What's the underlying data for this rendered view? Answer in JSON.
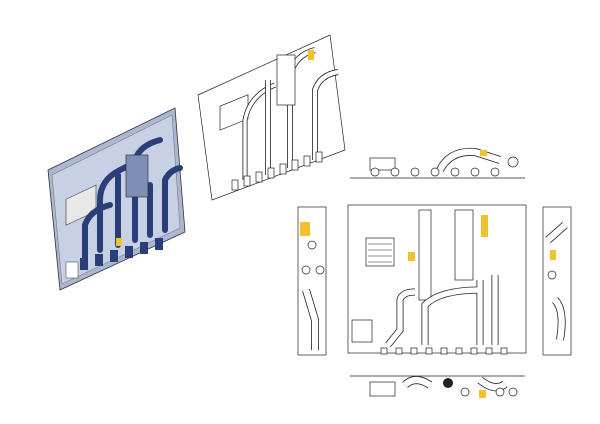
{
  "colors": {
    "background": "#ffffff",
    "line": "#222222",
    "valve_highlight": "#f2c12e",
    "iso_plate": "#8ea3c4",
    "iso_pipe": "#2a3f7a"
  },
  "views": [
    "isometric-shaded",
    "isometric-line",
    "top",
    "front",
    "left-side",
    "right-side",
    "bottom"
  ]
}
